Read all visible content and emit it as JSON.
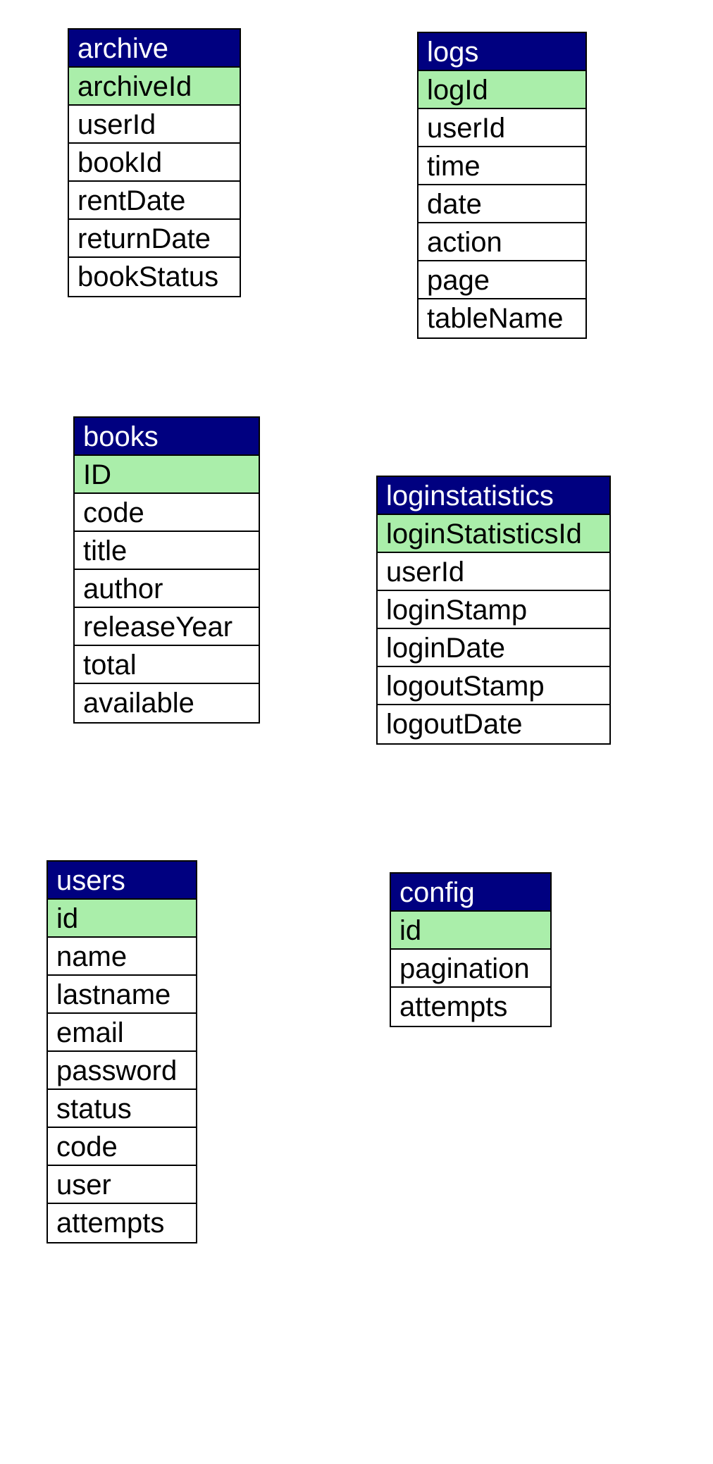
{
  "tables": {
    "archive": {
      "name": "archive",
      "primary_key": "archiveId",
      "fields": [
        "userId",
        "bookId",
        "rentDate",
        "returnDate",
        "bookStatus"
      ]
    },
    "logs": {
      "name": "logs",
      "primary_key": "logId",
      "fields": [
        "userId",
        "time",
        "date",
        "action",
        "page",
        "tableName"
      ]
    },
    "books": {
      "name": "books",
      "primary_key": "ID",
      "fields": [
        "code",
        "title",
        "author",
        "releaseYear",
        "total",
        "available"
      ]
    },
    "loginstatistics": {
      "name": "loginstatistics",
      "primary_key": "loginStatisticsId",
      "fields": [
        "userId",
        "loginStamp",
        "loginDate",
        "logoutStamp",
        "logoutDate"
      ]
    },
    "users": {
      "name": "users",
      "primary_key": "id",
      "fields": [
        "name",
        "lastname",
        "email",
        "password",
        "status",
        "code",
        "user",
        "attempts"
      ]
    },
    "config": {
      "name": "config",
      "primary_key": "id",
      "fields": [
        "pagination",
        "attempts"
      ]
    }
  },
  "colors": {
    "header_bg": "#000080",
    "header_text": "#ffffff",
    "primary_key_bg": "#aaeeaa",
    "border": "#000000"
  }
}
